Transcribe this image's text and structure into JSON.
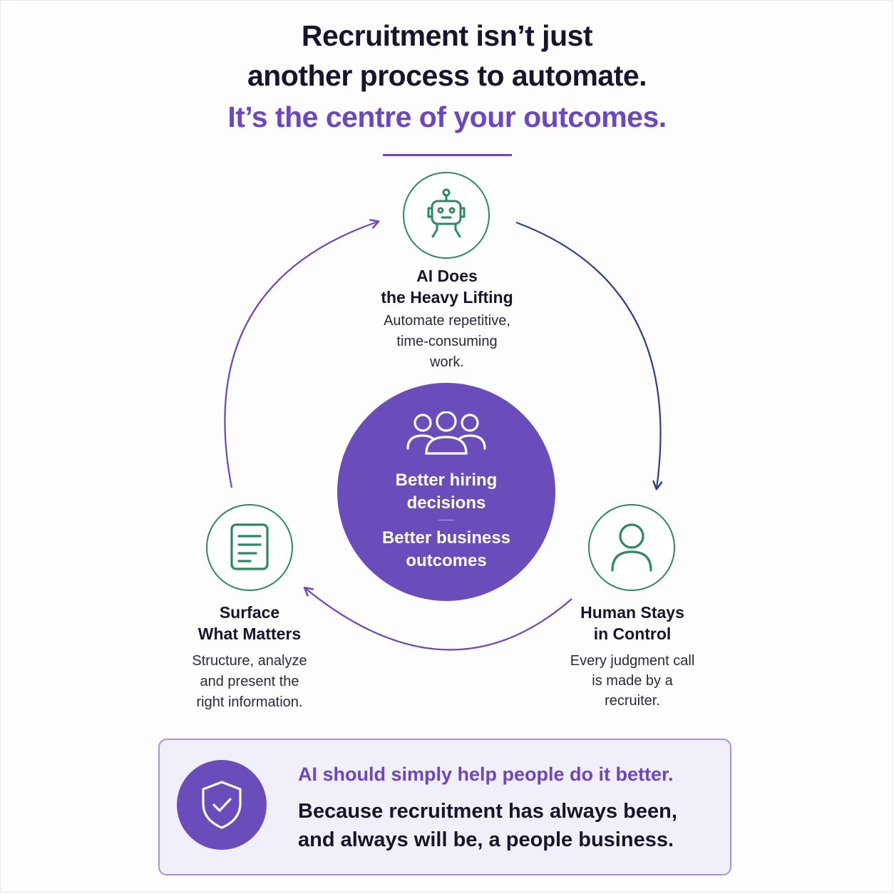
{
  "headline": {
    "line1": "Recruitment isn’t just",
    "line2": "another process to automate.",
    "line3": "It’s the centre of your outcomes."
  },
  "colors": {
    "accent": "#6d46c1",
    "center": "#6a4cba",
    "icon_green": "#2b8a5e",
    "arrow_blue": "#2f3f8f",
    "dark": "#15152e"
  },
  "steps": [
    {
      "icon": "robot-icon",
      "title_1": "AI Does",
      "title_2": "the Heavy Lifting",
      "desc_1": "Automate repetitive,",
      "desc_2": "time-consuming",
      "desc_3": "work."
    },
    {
      "icon": "person-icon",
      "title_1": "Human Stays",
      "title_2": "in Control",
      "desc_1": "Every judgment call",
      "desc_2": "is made by a",
      "desc_3": "recruiter."
    },
    {
      "icon": "document-icon",
      "title_1": "Surface",
      "title_2": "What Matters",
      "desc_1": "Structure, analyze",
      "desc_2": "and present the",
      "desc_3": "right information."
    }
  ],
  "center": {
    "icon": "people-group-icon",
    "line1": "Better hiring",
    "line2": "decisions",
    "line3": "Better business",
    "line4": "outcomes"
  },
  "callout": {
    "icon": "shield-check-icon",
    "lead": "AI should simply help people do it better.",
    "body_1": "Because recruitment has always been,",
    "body_2": "and always will be, a people business."
  }
}
